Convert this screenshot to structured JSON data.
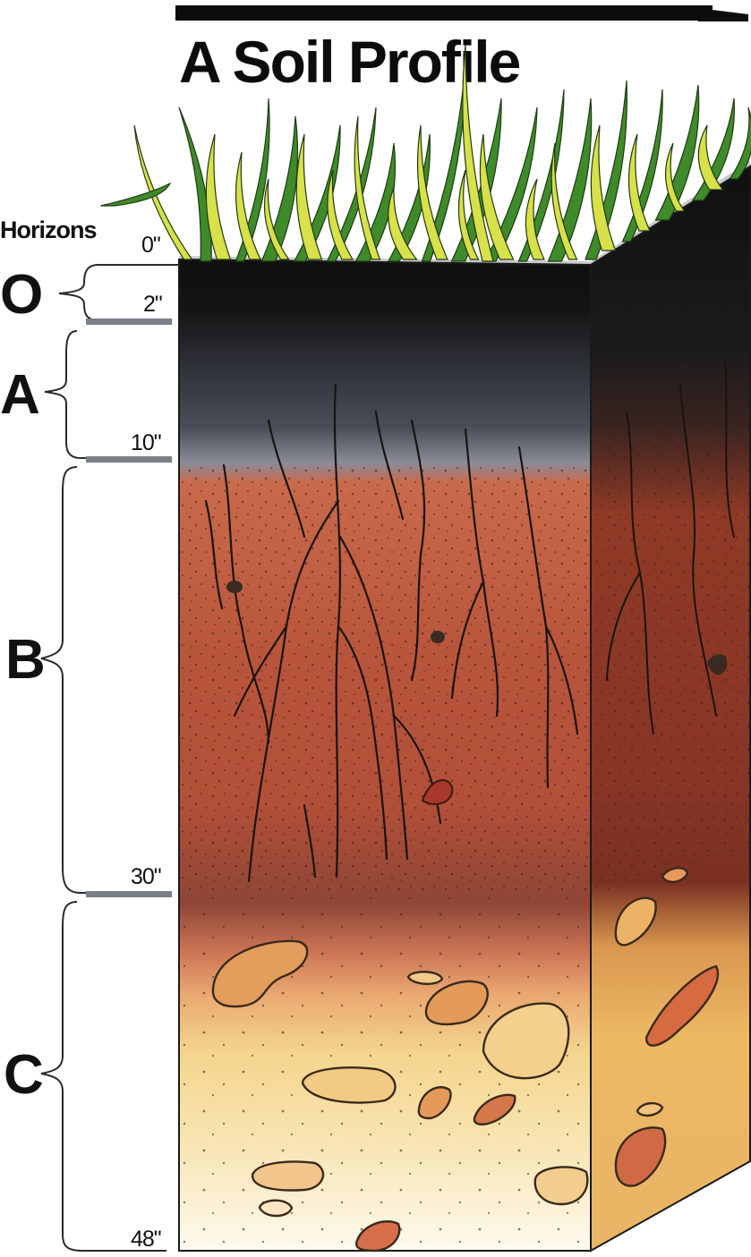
{
  "title": "A Soil Profile",
  "horizons_label": "Horizons",
  "horizons": [
    {
      "letter": "O",
      "top": "0\"",
      "bottom": "2\""
    },
    {
      "letter": "A",
      "top": "2\"",
      "bottom": "10\""
    },
    {
      "letter": "B",
      "top": "10\"",
      "bottom": "30\""
    },
    {
      "letter": "C",
      "top": "30\"",
      "bottom": "48\""
    }
  ],
  "depths": [
    "0\"",
    "2\"",
    "10\"",
    "30\"",
    "48\""
  ],
  "colors": {
    "o_layer": "#141414",
    "a_layer": "#3a3d44",
    "b_layer": "#b5543a",
    "b_lower": "#c9684a",
    "c_layer": "#f3d58a",
    "grass_dark": "#3f8a2a",
    "grass_light": "#d8e04a",
    "roots": "#1a1410"
  }
}
